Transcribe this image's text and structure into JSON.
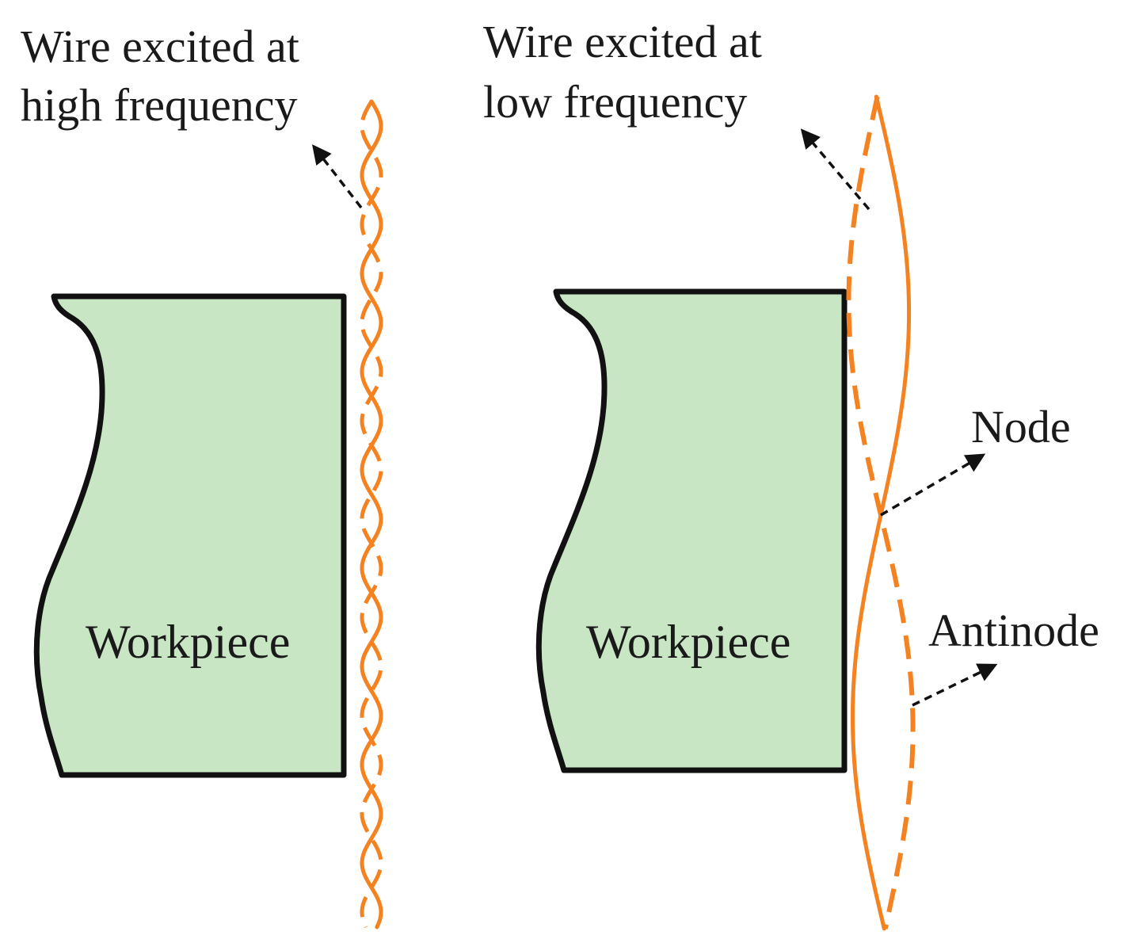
{
  "colors": {
    "wire": "#f58220",
    "workpiece_fill": "#c8e6c4",
    "outline": "#111111"
  },
  "left_panel": {
    "label_line1": "Wire excited at",
    "label_line2": "high frequency",
    "workpiece_label": "Workpiece"
  },
  "right_panel": {
    "label_line1": "Wire excited at",
    "label_line2": "low frequency",
    "workpiece_label": "Workpiece",
    "node_label": "Node",
    "antinode_label": "Antinode"
  }
}
